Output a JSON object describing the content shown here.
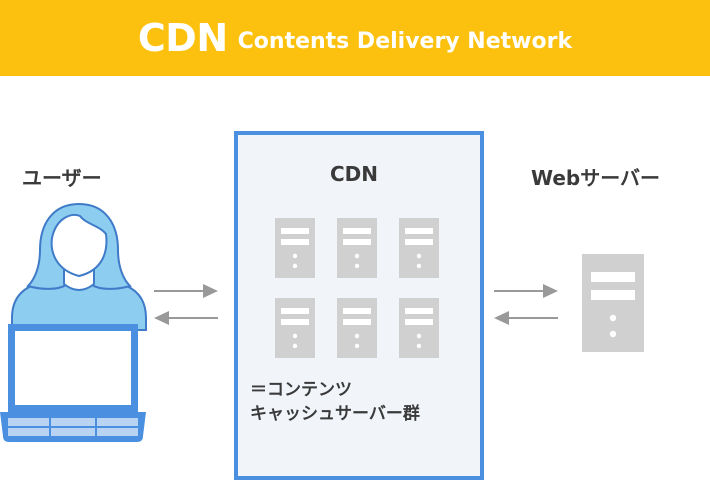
{
  "banner": {
    "title": "CDN",
    "subtitle": "Contents Delivery Network"
  },
  "user": {
    "label": "ユーザー"
  },
  "cdn": {
    "label": "CDN",
    "caption_line1": "＝コンテンツ",
    "caption_line2": "キャッシュサーバー群"
  },
  "web_server": {
    "label": "Webサーバー"
  },
  "icons": {
    "user": "person-icon",
    "laptop": "laptop-icon",
    "server": "server-icon",
    "arrow_right": "arrow-right-icon",
    "arrow_left": "arrow-left-icon"
  },
  "colors": {
    "banner": "#FCC10E",
    "cdn_border": "#4A8FE0",
    "cdn_fill": "#F1F5FA",
    "person": "#8DCDF0",
    "laptop": "#4A8FE0",
    "server": "#D0D0D0"
  }
}
